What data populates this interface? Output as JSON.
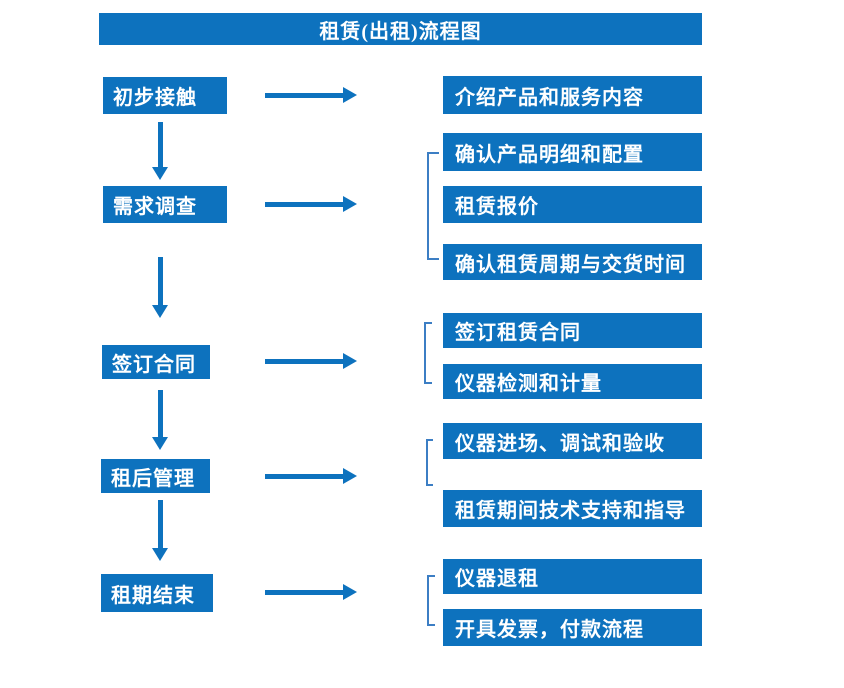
{
  "title": "租赁(出租)流程图",
  "groups": [
    {
      "step": "初步接触",
      "items": [
        "介绍产品和服务内容"
      ]
    },
    {
      "step": "需求调查",
      "items": [
        "确认产品明细和配置",
        "租赁报价",
        "确认租赁周期与交货时间"
      ]
    },
    {
      "step": "签订合同",
      "items": [
        "签订租赁合同",
        "仪器检测和计量"
      ]
    },
    {
      "step": "租后管理",
      "items": [
        "仪器进场、调试和验收",
        "租赁期间技术支持和指导"
      ]
    },
    {
      "step": "租期结束",
      "items": [
        "仪器退租",
        "开具发票，付款流程"
      ]
    }
  ],
  "colors": {
    "box_blue": "#0d72be",
    "arrow_blue": "#0d72be",
    "bracket_blue": "#3c7ec4",
    "text": "#ffffff",
    "background": "#ffffff"
  }
}
